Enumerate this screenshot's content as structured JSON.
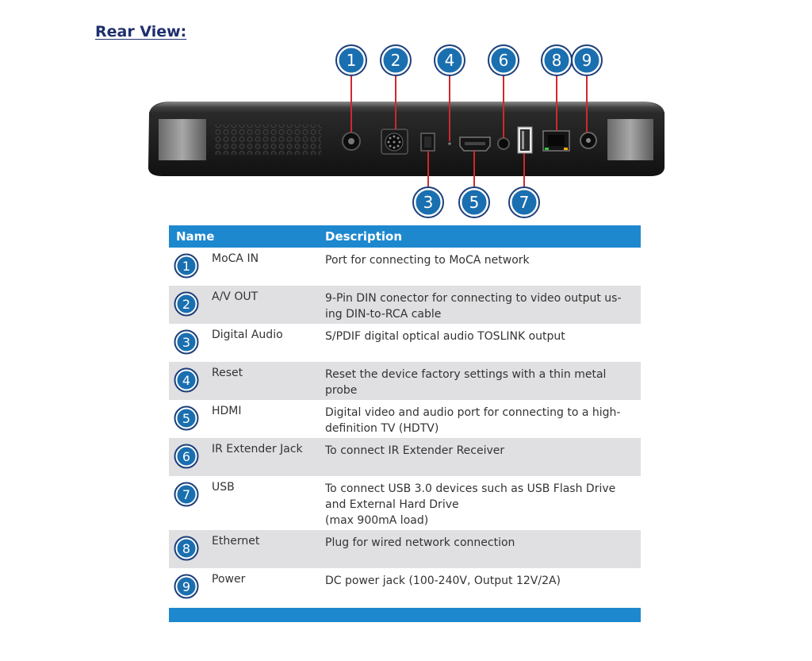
{
  "heading": "Rear View:",
  "callouts": {
    "top": [
      "1",
      "2",
      "4",
      "6",
      "8",
      "9"
    ],
    "bottom": [
      "3",
      "5",
      "7"
    ]
  },
  "table": {
    "header": {
      "name": "Name",
      "description": "Description"
    },
    "rows": [
      {
        "num": "1",
        "name": "MoCA IN",
        "description": "Port for connecting to MoCA network"
      },
      {
        "num": "2",
        "name": "A/V OUT",
        "description": "9-Pin DIN conector for connecting to video output us-\ning DIN-to-RCA cable"
      },
      {
        "num": "3",
        "name": "Digital Audio",
        "description": "S/PDIF digital optical audio TOSLINK output"
      },
      {
        "num": "4",
        "name": "Reset",
        "description": "Reset the device factory settings with a thin metal\nprobe"
      },
      {
        "num": "5",
        "name": "HDMI",
        "description": "Digital video and audio port for connecting to a high-\ndefinition TV (HDTV)"
      },
      {
        "num": "6",
        "name": "IR Extender Jack",
        "description": "To connect IR Extender Receiver"
      },
      {
        "num": "7",
        "name": "USB",
        "description": "To connect USB 3.0 devices such as USB Flash Drive\nand External Hard Drive\n(max 900mA load)"
      },
      {
        "num": "8",
        "name": "Ethernet",
        "description": "Plug for wired network connection"
      },
      {
        "num": "9",
        "name": "Power",
        "description": "DC power jack (100-240V, Output 12V/2A)"
      }
    ]
  },
  "colors": {
    "header_bar": "#1e88cf",
    "badge_fill": "#1a6fb0",
    "heading_text": "#1f2f6e",
    "row_alt": "#e0e0e2",
    "leader_line": "#d0282d"
  }
}
